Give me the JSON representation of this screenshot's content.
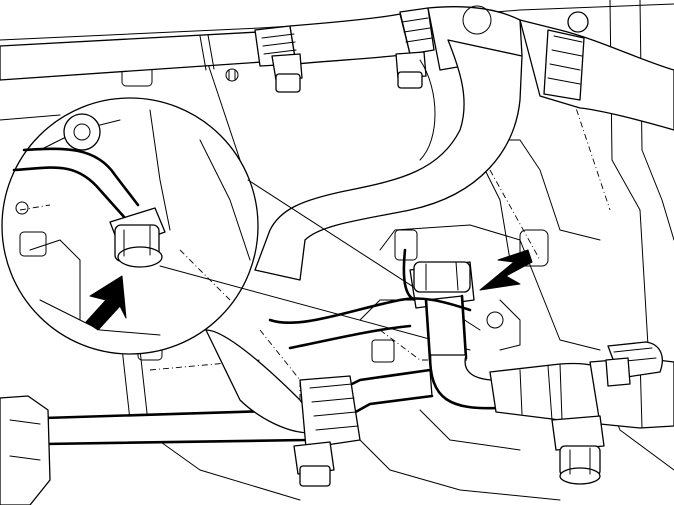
{
  "diagram": {
    "callout_arrows": [
      {
        "id": "detail-arrow",
        "points_to": "union-bolt-detail"
      },
      {
        "id": "main-arrow",
        "points_to": "union-bolt-main"
      }
    ]
  }
}
